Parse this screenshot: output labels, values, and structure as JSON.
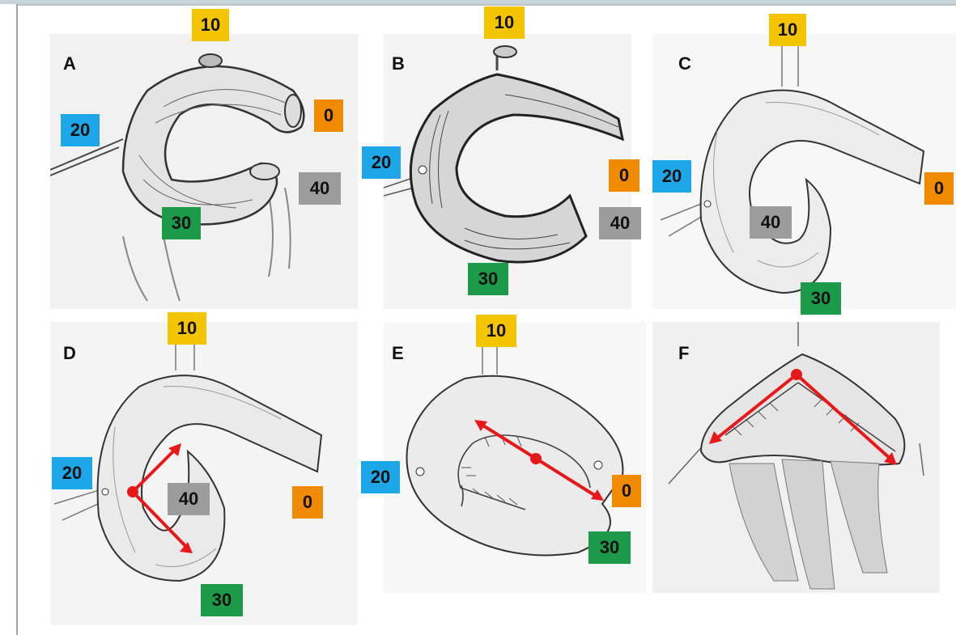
{
  "colors": {
    "tag_10": "#f5c400",
    "tag_20": "#1ea7e8",
    "tag_0": "#f08a00",
    "tag_30": "#1c9a4a",
    "tag_40": "#9c9c9c",
    "arrow": "#e81818"
  },
  "panels": [
    {
      "letter": "A",
      "tags": {
        "t10": "10",
        "t20": "20",
        "t0": "0",
        "t30": "30",
        "t40": "40"
      }
    },
    {
      "letter": "B",
      "tags": {
        "t10": "10",
        "t20": "20",
        "t0": "0",
        "t30": "30",
        "t40": "40"
      }
    },
    {
      "letter": "C",
      "tags": {
        "t10": "10",
        "t20": "20",
        "t0": "0",
        "t30": "30",
        "t40": "40"
      }
    },
    {
      "letter": "D",
      "tags": {
        "t10": "10",
        "t20": "20",
        "t0": "0",
        "t30": "30",
        "t40": "40"
      }
    },
    {
      "letter": "E",
      "tags": {
        "t10": "10",
        "t20": "20",
        "t0": "0",
        "t30": "30"
      }
    },
    {
      "letter": "F",
      "tags": {}
    }
  ]
}
